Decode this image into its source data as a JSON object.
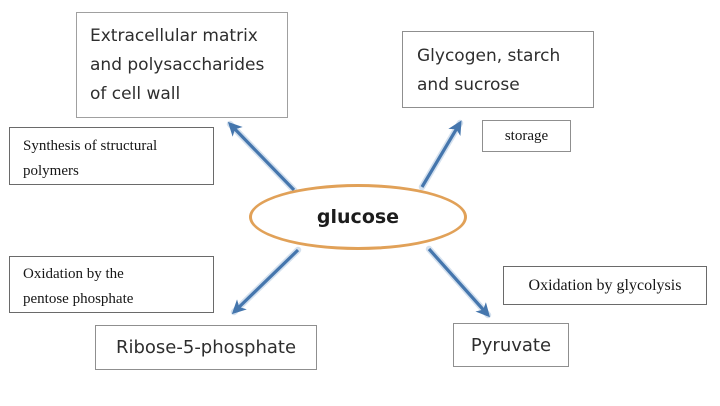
{
  "nodes": {
    "glucose": {
      "label": "glucose"
    },
    "extracellular": {
      "lines": [
        "Extracellular matrix",
        "and polysaccharides",
        "of cell wall"
      ]
    },
    "glycogen": {
      "lines": [
        "Glycogen, starch",
        "and sucrose"
      ]
    },
    "ribose": {
      "label": "Ribose-5-phosphate"
    },
    "pyruvate": {
      "label": "Pyruvate"
    }
  },
  "edge_labels": {
    "synthesis": {
      "lines": [
        "Synthesis of structural",
        "polymers"
      ]
    },
    "storage": {
      "label": "storage"
    },
    "pentose": {
      "lines": [
        "Oxidation by the",
        "pentose phosphate"
      ]
    },
    "glycolysis": {
      "label": "Oxidation by glycolysis"
    }
  },
  "edges": [
    {
      "from": "glucose",
      "to": "extracellular",
      "annotation": "synthesis"
    },
    {
      "from": "glucose",
      "to": "glycogen",
      "annotation": "storage"
    },
    {
      "from": "glucose",
      "to": "ribose",
      "annotation": "pentose"
    },
    {
      "from": "glucose",
      "to": "pyruvate",
      "annotation": "glycolysis"
    }
  ],
  "colors": {
    "arrow": "#4576ad",
    "arrow_halo": "#a9c2de",
    "ellipse_stroke": "#e1a158",
    "box_border_gray": "#8f8f8f",
    "box_border_dark": "#6a6a6a",
    "text": "#2e2e2e"
  }
}
